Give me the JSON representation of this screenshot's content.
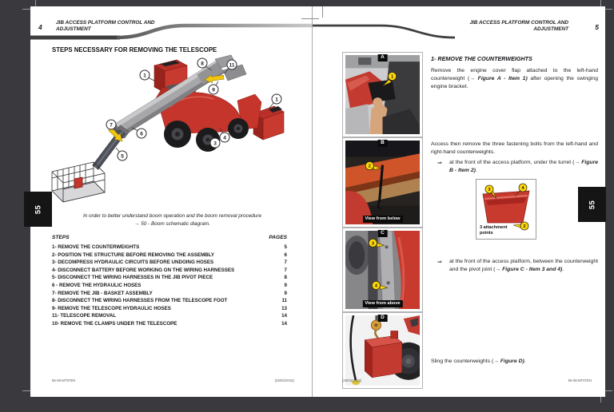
{
  "colors": {
    "machine_red": "#c5352b",
    "callout_yellow": "#ffd90a",
    "label_black": "#0a0a0a"
  },
  "left_page": {
    "page_number": "4",
    "header": {
      "title_line1": "JIB ACCESS PLATFORM CONTROL AND",
      "title_line2": "ADJUSTMENT"
    },
    "section_title": "STEPS NECESSARY FOR REMOVING THE TELESCOPE",
    "diagram": {
      "callouts": [
        "1",
        "8",
        "11",
        "9",
        "7",
        "6",
        "5",
        "3",
        "4",
        "1"
      ]
    },
    "caption": {
      "line1": "In order to better understand boom operation and the boom removal procedure",
      "line2": "→ 50 - Boom schematic diagram."
    },
    "steps_table": {
      "col_steps": "STEPS",
      "col_pages": "PAGES",
      "rows": [
        {
          "label": "1- REMOVE THE COUNTERWEIGHTS",
          "page": "5"
        },
        {
          "label": "2- POSITION THE STRUCTURE BEFORE REMOVING THE ASSEMBLY",
          "page": "6"
        },
        {
          "label": "3- DECOMPRESS HYDRAULIC CIRCUITS BEFORE UNDOING HOSES",
          "page": "7"
        },
        {
          "label": "4- DISCONNECT BATTERY BEFORE WORKING ON THE WIRING HARNESSES",
          "page": "7"
        },
        {
          "label": "5- DISCONNECT THE WIRING HARNESSES IN THE JIB PIVOT PIECE",
          "page": "8"
        },
        {
          "label": "6 - REMOVE THE HYDRAULIC HOSES",
          "page": "9"
        },
        {
          "label": "7- REMOVE THE JIB - BASKET ASSEMBLY",
          "page": "9"
        },
        {
          "label": "8- DISCONNECT THE WIRING HARNESSES FROM THE TELESCOPE FOOT",
          "page": "11"
        },
        {
          "label": "9- REMOVE THE TELESCOPE HYDRAULIC HOSES",
          "page": "13"
        },
        {
          "label": "11- TELESCOPE REMOVAL",
          "page": "14"
        },
        {
          "label": "10- REMOVE THE CLAMPS UNDER THE TELESCOPE",
          "page": "14"
        }
      ]
    },
    "tab_label": "55",
    "footer": {
      "left": "55-06-MT07EN",
      "right": "(25/02/2015)"
    }
  },
  "right_page": {
    "page_number": "5",
    "header": {
      "title_line1": "JIB ACCESS PLATFORM CONTROL AND",
      "title_line2": "ADJUSTMENT"
    },
    "heading": "1- REMOVE THE COUNTERWEIGHTS",
    "para1": {
      "a": "Remove the engine cover flap attached to the left-hand counterweight (→ ",
      "b": "Figure A - Item 1)",
      "c": " after opening the swinging engine bracket."
    },
    "para2": "Access then remove the three fastening bolts from the left-hand and right-hand counterweights.",
    "bullet1": {
      "arrow": "⇒",
      "a": "at the front of the access platform, under the turret (→ ",
      "b": "Figure B - Item 2)",
      "c": "."
    },
    "inset": {
      "callout_top_left": "3",
      "callout_top_right": "4",
      "callout_bottom_right": "2",
      "label_line1": "3 attachment",
      "label_line2": "points"
    },
    "bullet2": {
      "arrow": "⇒",
      "a": "at the front of the access platform, between the counterweight and the pivot joint (→ ",
      "b": "Figure C - Item 3 and 4)",
      "c": "."
    },
    "sling": {
      "a": "Sling the counterweights (→ ",
      "b": "Figure D)",
      "c": "."
    },
    "figures": [
      {
        "label": "A",
        "callout": "1",
        "caption": ""
      },
      {
        "label": "B",
        "callout": "2",
        "caption": "View from below"
      },
      {
        "label": "C",
        "callout": "3",
        "callout2": "4",
        "caption": "View from above"
      },
      {
        "label": "D",
        "caption": ""
      }
    ],
    "tab_label": "55",
    "footer": {
      "left": "(25/02/2015)",
      "right": "55-06-MT07EN"
    }
  }
}
